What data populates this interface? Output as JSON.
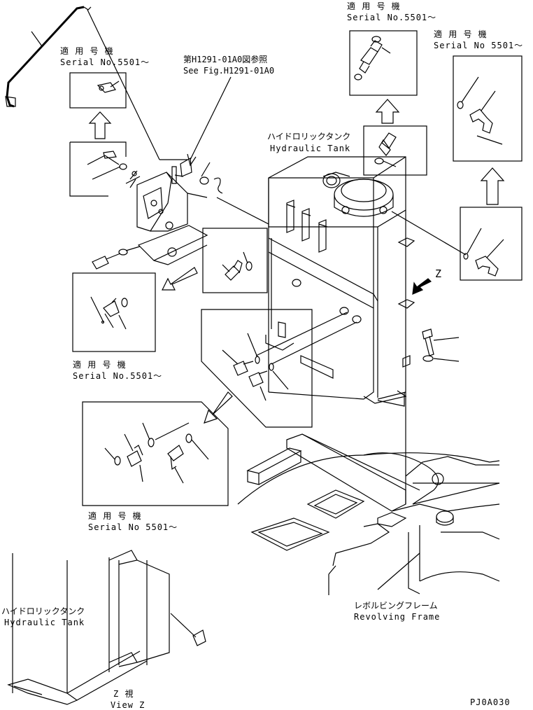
{
  "labels": {
    "serial_top_left_jp": "適 用 号 機",
    "serial_top_left_en": "Serial No.5501～",
    "see_fig_jp": "第H1291-01A0図参照",
    "see_fig_en": "See Fig.H1291-01A0",
    "serial_top_center_jp": "適 用 号 機",
    "serial_top_center_en": "Serial No.5501～",
    "serial_top_right_jp": "適 用 号 機",
    "serial_top_right_en": "Serial No 5501～",
    "tank_jp": "ハイドロリックタンク",
    "tank_en": "Hydraulic Tank",
    "view_arrow_letter": "Z",
    "serial_mid_left_jp": "適 用 号 機",
    "serial_mid_left_en": "Serial No.5501～",
    "serial_bottom_jp": "適 用 号 機",
    "serial_bottom_en": "Serial No 5501～",
    "tank2_jp": "ハイドロリックタンク",
    "tank2_en": "Hydraulic Tank",
    "frame_jp": "レボルビングフレーム",
    "frame_en": "Revolving Frame",
    "view_jp": "Z  視",
    "view_en": "View Z",
    "drawing_code": "PJ0A030"
  },
  "colors": {
    "line": "#000000",
    "background": "#ffffff"
  }
}
